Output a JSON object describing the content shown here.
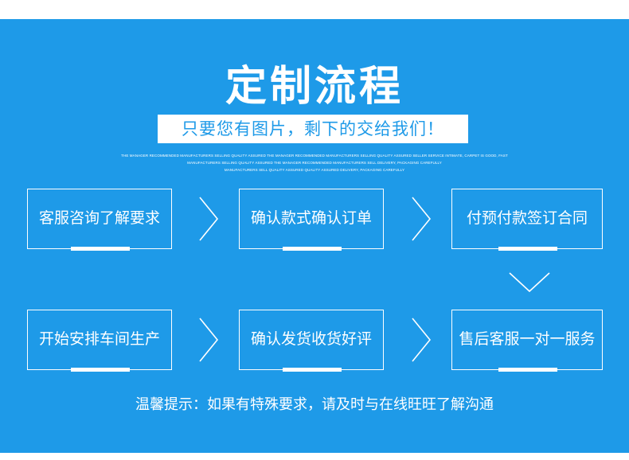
{
  "title": "定制流程",
  "subtitle": "只要您有图片，剩下的交给我们！",
  "fine_print": [
    "THE MANAGER RECOMMENDED MANUFACTURERS SELLING QUALITY ASSURED THE MANAGER RECOMMENDED MANUFACTURERS SELLING QUALITY ASSURED SELLER SERVICE INTIMATE, CARPET IS GOOD, FAST",
    "MANUFACTURERS SELLING QUALITY ASSURED THE MANAGER RECOMMENDED MANUFACTURERS SELL DELIVERY, PACKAGING CAREFULLY",
    "MANUFACTURERS SELL QUALITY ASSURED QUALITY ASSURED DELIVERY, PACKAGING CAREFULLY"
  ],
  "steps": [
    "客服咨询了解要求",
    "确认款式确认订单",
    "付预付款签订合同",
    "开始安排车间生产",
    "确认发货收货好评",
    "售后客服一对一服务"
  ],
  "footer": "温馨提示：如果有特殊要求，请及时与在线旺旺了解沟通",
  "colors": {
    "background": "#1e9ae8",
    "foreground": "#ffffff"
  }
}
